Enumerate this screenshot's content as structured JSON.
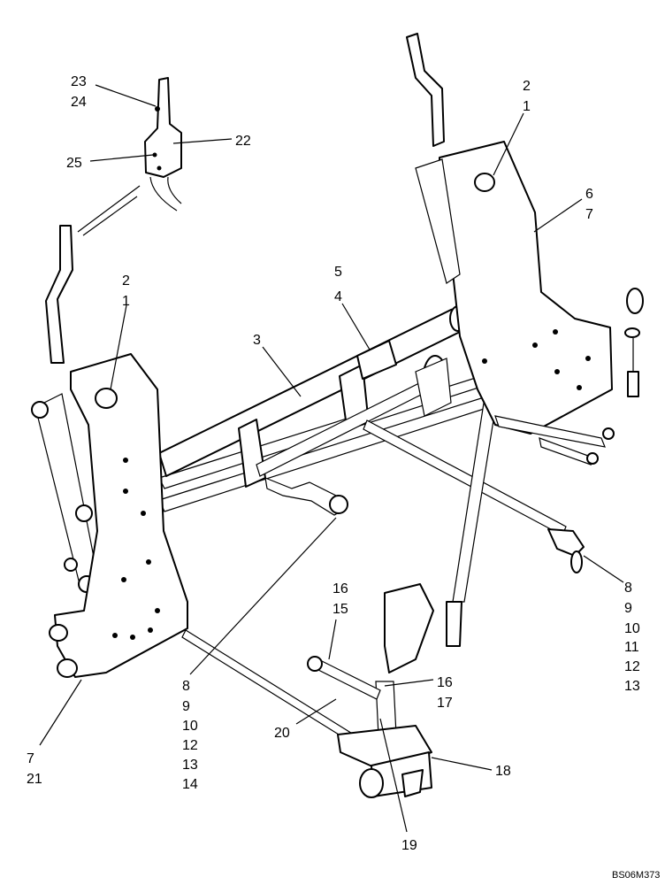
{
  "callouts": {
    "c1": [
      "23",
      "24"
    ],
    "c2": [
      "22"
    ],
    "c3": [
      "25"
    ],
    "c4": [
      "2",
      "1"
    ],
    "c5": [
      "6",
      "7"
    ],
    "c6": [
      "2",
      "1"
    ],
    "c7": [
      "5",
      "4"
    ],
    "c8": [
      "3"
    ],
    "c9": [
      "8",
      "9",
      "10",
      "11",
      "12",
      "13"
    ],
    "c10": [
      "16",
      "15"
    ],
    "c11": [
      "16",
      "17"
    ],
    "c12": [
      "20"
    ],
    "c13": [
      "18"
    ],
    "c14": [
      "19"
    ],
    "c15": [
      "8",
      "9",
      "10",
      "12",
      "13",
      "14"
    ],
    "c16": [
      "7",
      "21"
    ]
  },
  "code": "BS06M373"
}
